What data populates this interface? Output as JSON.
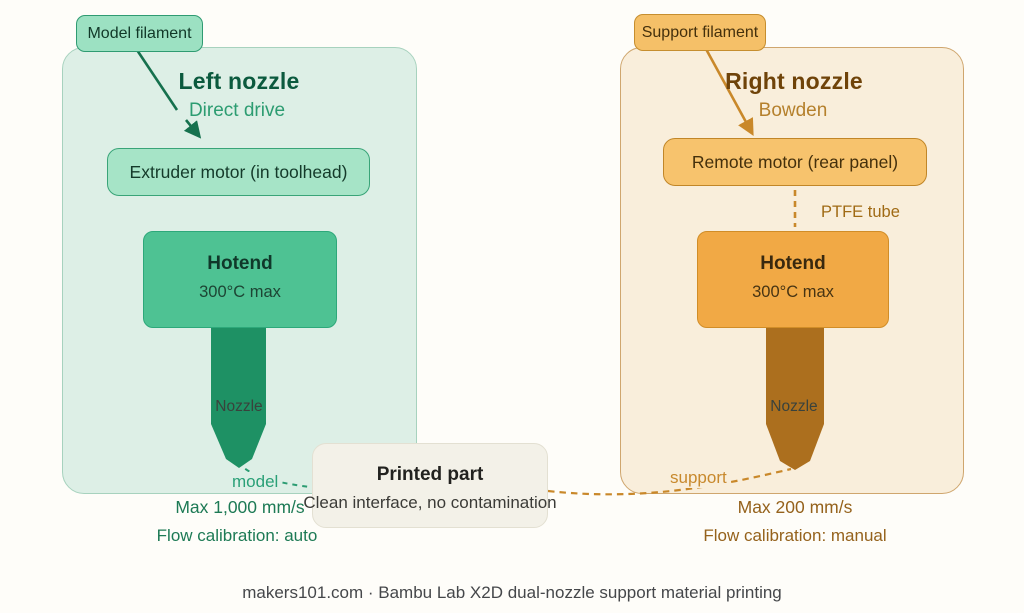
{
  "page": {
    "background_color": "#fefdf9",
    "footer_text": "makers101.com · Bambu Lab X2D dual-nozzle support material printing"
  },
  "left_nozzle": {
    "filament_tag": "Model filament",
    "title": "Left nozzle",
    "drive_type": "Direct drive",
    "motor_label": "Extruder motor (in toolhead)",
    "hotend_title": "Hotend",
    "hotend_temp": "300°C max",
    "nozzle_label": "Nozzle",
    "material_label": "model",
    "max_speed": "Max 1,000 mm/s",
    "flow_calibration": "Flow calibration: auto",
    "accent_color": "#1e9164",
    "container_color": "#ddefe6",
    "heading_color": "#0b5a3e"
  },
  "right_nozzle": {
    "filament_tag": "Support filament",
    "title": "Right nozzle",
    "drive_type": "Bowden",
    "motor_label": "Remote motor (rear panel)",
    "tube_label": "PTFE tube",
    "hotend_title": "Hotend",
    "hotend_temp": "300°C max",
    "nozzle_label": "Nozzle",
    "material_label": "support",
    "max_speed": "Max 200 mm/s",
    "flow_calibration": "Flow calibration: manual",
    "accent_color": "#c9882a",
    "container_color": "#f9eedb",
    "heading_color": "#6f4309"
  },
  "printed_part": {
    "title": "Printed part",
    "subtitle": "Clean interface, no contamination"
  }
}
